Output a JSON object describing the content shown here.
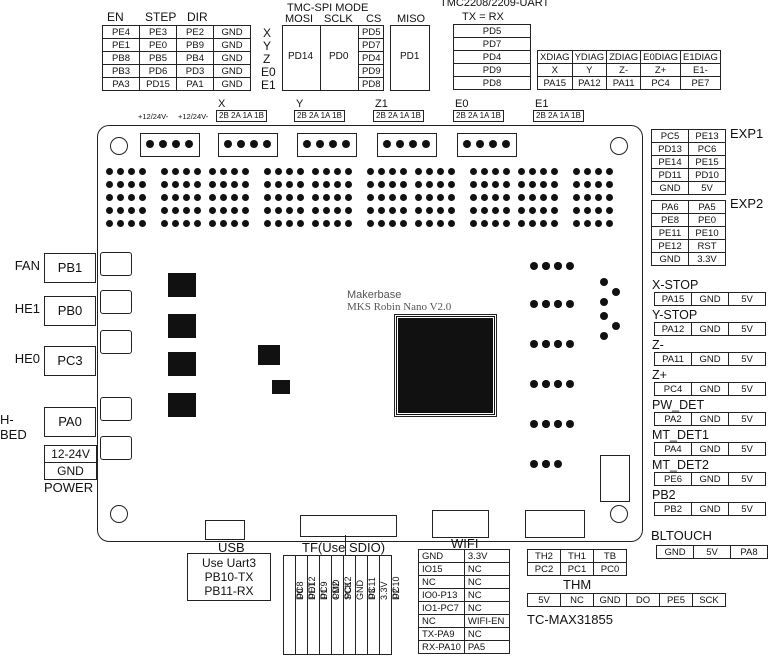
{
  "driver_header": {
    "col_labels": [
      "EN",
      "STEP",
      "DIR"
    ],
    "rows": [
      [
        "PE4",
        "PE3",
        "PE2",
        "GND"
      ],
      [
        "PE1",
        "PE0",
        "PB9",
        "GND"
      ],
      [
        "PB8",
        "PB5",
        "PB4",
        "GND"
      ],
      [
        "PB3",
        "PD6",
        "PD3",
        "GND"
      ],
      [
        "PA3",
        "PD15",
        "PA1",
        "GND"
      ]
    ],
    "axes": [
      "X",
      "Y",
      "Z",
      "E0",
      "E1"
    ]
  },
  "tmc_spi": {
    "title": "TMC-SPI MODE",
    "col_labels": [
      "MOSI",
      "SCLK",
      "CS",
      "MISO"
    ],
    "mosi": "PD14",
    "sclk": "PD0",
    "cs": [
      "PD5",
      "PD7",
      "PD4",
      "PD9",
      "PD8"
    ],
    "miso": "PD1"
  },
  "tmc_uart": {
    "title": "TMC2208/2209-UART",
    "subtitle": "TX = RX",
    "pins": [
      "PD5",
      "PD7",
      "PD4",
      "PD9",
      "PD8"
    ]
  },
  "diag": {
    "headers": [
      "XDIAG",
      "YDIAG",
      "ZDIAG",
      "E0DIAG",
      "E1DIAG"
    ],
    "axes": [
      "X",
      "Y",
      "Z-",
      "Z+",
      "E1-"
    ],
    "pins": [
      "PA15",
      "PA12",
      "PA11",
      "PC4",
      "PE7"
    ]
  },
  "motor_labels": {
    "names": [
      "X",
      "Y",
      "Z1",
      "E0",
      "E1"
    ],
    "pinout": "2B 2A 1A 1B",
    "power1": "+12/24V-",
    "power2": "+12/24V-"
  },
  "exp1": {
    "label": "EXP1",
    "rows": [
      [
        "PC5",
        "PE13"
      ],
      [
        "PD13",
        "PC6"
      ],
      [
        "PE14",
        "PE15"
      ],
      [
        "PD11",
        "PD10"
      ],
      [
        "GND",
        "5V"
      ]
    ]
  },
  "exp2": {
    "label": "EXP2",
    "rows": [
      [
        "PA6",
        "PA5"
      ],
      [
        "PE8",
        "PE0"
      ],
      [
        "PE11",
        "PE10"
      ],
      [
        "PE12",
        "RST"
      ],
      [
        "GND",
        "3.3V"
      ]
    ]
  },
  "endstops": [
    {
      "label": "X-STOP",
      "pins": [
        "PA15",
        "GND",
        "5V"
      ]
    },
    {
      "label": "Y-STOP",
      "pins": [
        "PA12",
        "GND",
        "5V"
      ]
    },
    {
      "label": "Z-",
      "pins": [
        "PA11",
        "GND",
        "5V"
      ]
    },
    {
      "label": "Z+",
      "pins": [
        "PC4",
        "GND",
        "5V"
      ]
    },
    {
      "label": "PW_DET",
      "pins": [
        "PA2",
        "GND",
        "5V"
      ]
    },
    {
      "label": "MT_DET1",
      "pins": [
        "PA4",
        "GND",
        "5V"
      ]
    },
    {
      "label": "MT_DET2",
      "pins": [
        "PE6",
        "GND",
        "5V"
      ]
    },
    {
      "label": "PB2",
      "pins": [
        "PB2",
        "GND",
        "5V"
      ]
    }
  ],
  "bltouch": {
    "label": "BLTOUCH",
    "pins": [
      "GND",
      "5V",
      "PA8"
    ]
  },
  "power_outputs": [
    {
      "label": "FAN",
      "pin": "PB1"
    },
    {
      "label": "HE1",
      "pin": "PB0"
    },
    {
      "label": "HE0",
      "pin": "PC3"
    },
    {
      "label": "H-BED",
      "pin": "PA0"
    }
  ],
  "power_in": {
    "voltage": "12-24V",
    "gnd": "GND",
    "label": "POWER"
  },
  "usb": {
    "label": "USB",
    "lines": [
      "Use Uart3",
      "PB10-TX",
      "PB11-RX"
    ]
  },
  "sd": {
    "label": "TF(Use SDIO)",
    "names": [
      "D0",
      "DET",
      "D1",
      "CMD",
      "SCK",
      "GND",
      "D3",
      "3.3V",
      "D2"
    ],
    "pins": [
      "PC8",
      "PD12",
      "PC9",
      "PD2",
      "PC12",
      "",
      "PC11",
      "",
      "PC10"
    ]
  },
  "wifi": {
    "label": "WIFI",
    "rows": [
      [
        "GND",
        "3.3V"
      ],
      [
        "IO15",
        "NC"
      ],
      [
        "NC",
        "NC"
      ],
      [
        "IO0-P13",
        "NC"
      ],
      [
        "IO1-PC7",
        "NC"
      ],
      [
        "NC",
        "WIFI-EN"
      ],
      [
        "TX-PA9",
        "NC"
      ],
      [
        "RX-PA10",
        "PA5"
      ]
    ]
  },
  "thm": {
    "label": "THM",
    "names": [
      "TH2",
      "TH1",
      "TB"
    ],
    "pins": [
      "PC2",
      "PC1",
      "PC0"
    ]
  },
  "tc": {
    "label": "TC-MAX31855",
    "pins": [
      "5V",
      "NC",
      "GND",
      "DO",
      "PE5",
      "SCK"
    ]
  },
  "board": {
    "brand": "Makerbase",
    "model": "MKS Robin Nano V2.0"
  }
}
